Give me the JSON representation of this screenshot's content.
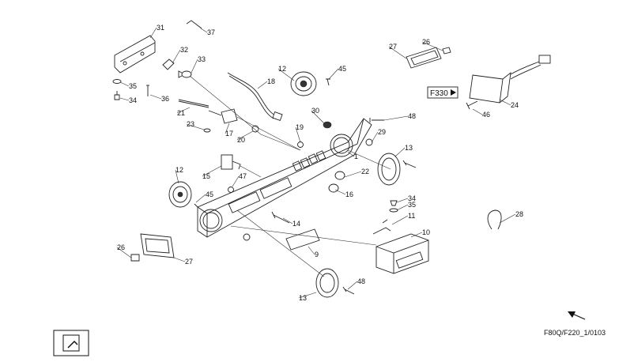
{
  "diagram": {
    "drawing_id": "F80Q/F220_1/0103",
    "reference_box": "F330",
    "callouts": [
      "31",
      "37",
      "32",
      "33",
      "35",
      "34",
      "36",
      "18",
      "12",
      "45",
      "26",
      "27",
      "21",
      "23",
      "17",
      "20",
      "19",
      "30",
      "48",
      "29",
      "13",
      "1",
      "15",
      "47",
      "22",
      "16",
      "34",
      "35",
      "11",
      "28",
      "14",
      "10",
      "9",
      "26",
      "27",
      "48",
      "13",
      "12",
      "45",
      "24",
      "46"
    ]
  }
}
